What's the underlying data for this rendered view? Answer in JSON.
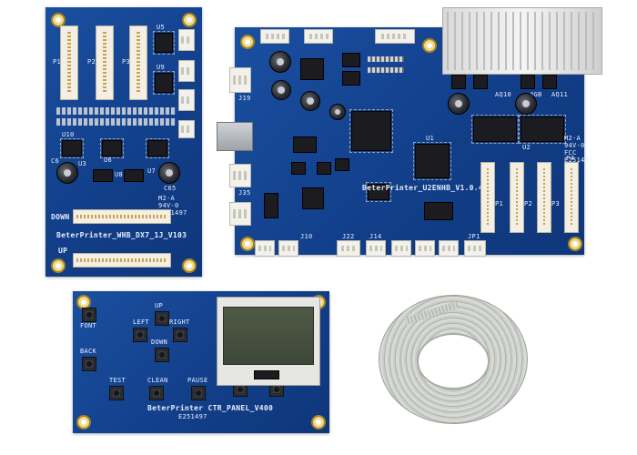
{
  "colors": {
    "pcb_blue": "#1a4fa0",
    "silkscreen": "#e8eefc",
    "gold": "#d8b64a",
    "background": "#ffffff"
  },
  "head_board": {
    "name": "BeterPrinter_WHB_DX7_1J_V103",
    "labels": {
      "down": "DOWN",
      "up": "UP",
      "u5": "U5",
      "u9": "U9",
      "u10": "U10",
      "u6": "U6",
      "u7": "U7",
      "u8": "U8",
      "c65": "C65",
      "c6": "C6",
      "u3": "U3",
      "p1": "P1",
      "p2": "P2",
      "p3": "P3",
      "cert": "M2-A",
      "rating": "94V-0",
      "lot": "E251497"
    }
  },
  "main_board": {
    "name": "BeterPrinter_U2ENHB_V1.0.4",
    "labels": {
      "j19": "J19",
      "j35": "J35",
      "j22": "J22",
      "j14": "J14",
      "j10": "J10",
      "jp1": "JP1",
      "u1": "U1",
      "q10": "AQ10",
      "q11": "AQ11",
      "qg": "4GB",
      "u2": "U2",
      "p1": "P1",
      "p2": "P2",
      "p3": "P3",
      "p4": "P4",
      "cert": "M2-A",
      "rating": "94V-0",
      "fcc": "FCC",
      "lot": "E251497"
    }
  },
  "control_panel": {
    "name": "BeterPrinter CTR_PANEL_V400",
    "lot": "E251497",
    "buttons": {
      "font": "FONT",
      "up": "UP",
      "left": "LEFT",
      "right": "RIGHT",
      "down": "DOWN",
      "back": "BACK",
      "test": "TEST",
      "clean": "CLEAN",
      "pause": "PAUSE"
    }
  },
  "ribbon_cable": {
    "icon": "flat-ribbon-cable-coil"
  }
}
